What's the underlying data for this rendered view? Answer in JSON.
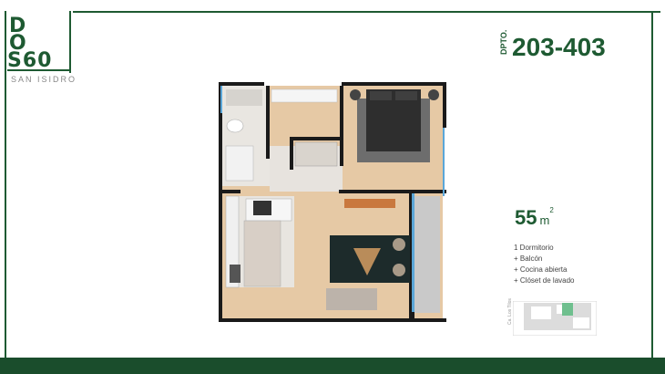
{
  "brand": {
    "logo": [
      "D",
      "O",
      "S60"
    ],
    "subtitle": "SAN ISIDRO"
  },
  "unit": {
    "label": "DPTO.",
    "number": "203-403"
  },
  "area": {
    "value": "55",
    "unit": "m",
    "superscript": "2"
  },
  "features": [
    "1 Dormitorio",
    "+ Balcón",
    "+ Cocina abierta",
    "+ Clóset de lavado"
  ],
  "keyplan": {
    "street_label": "Ca. Los Tilos"
  },
  "colors": {
    "brand_green": "#1e5a32",
    "footer_green": "#1a4d2c",
    "highlight": "#6fbf8e"
  }
}
